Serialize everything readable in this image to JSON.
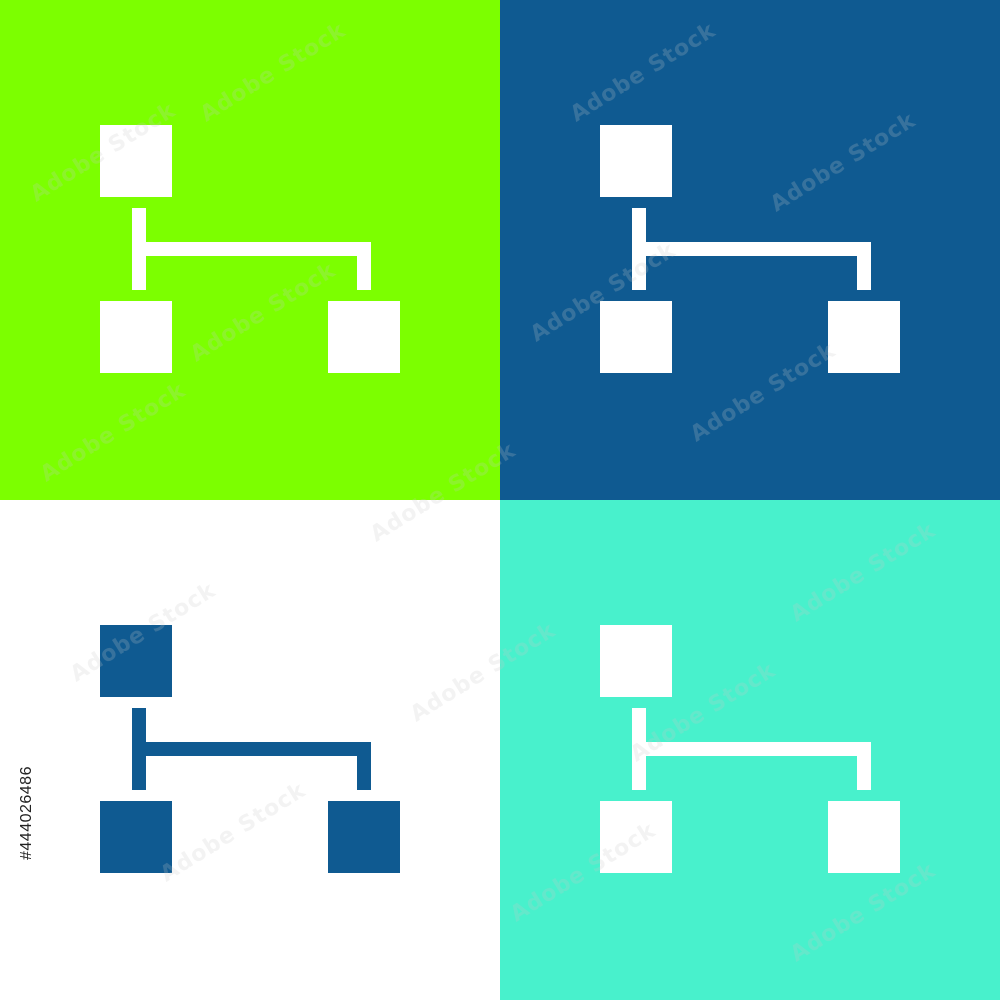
{
  "watermark": {
    "brand_text": "Adobe Stock",
    "asset_id": "#444026486"
  },
  "variants": [
    {
      "name": "green",
      "background": "#7CFF00",
      "icon_color": "#FFFFFF"
    },
    {
      "name": "blue",
      "background": "#0F5A91",
      "icon_color": "#FFFFFF"
    },
    {
      "name": "white",
      "background": "#FFFFFF",
      "icon_color": "#0F5A91"
    },
    {
      "name": "turquoise",
      "background": "#48F1CC",
      "icon_color": "#FFFFFF"
    }
  ],
  "icon": {
    "name": "block-diagram-icon"
  }
}
